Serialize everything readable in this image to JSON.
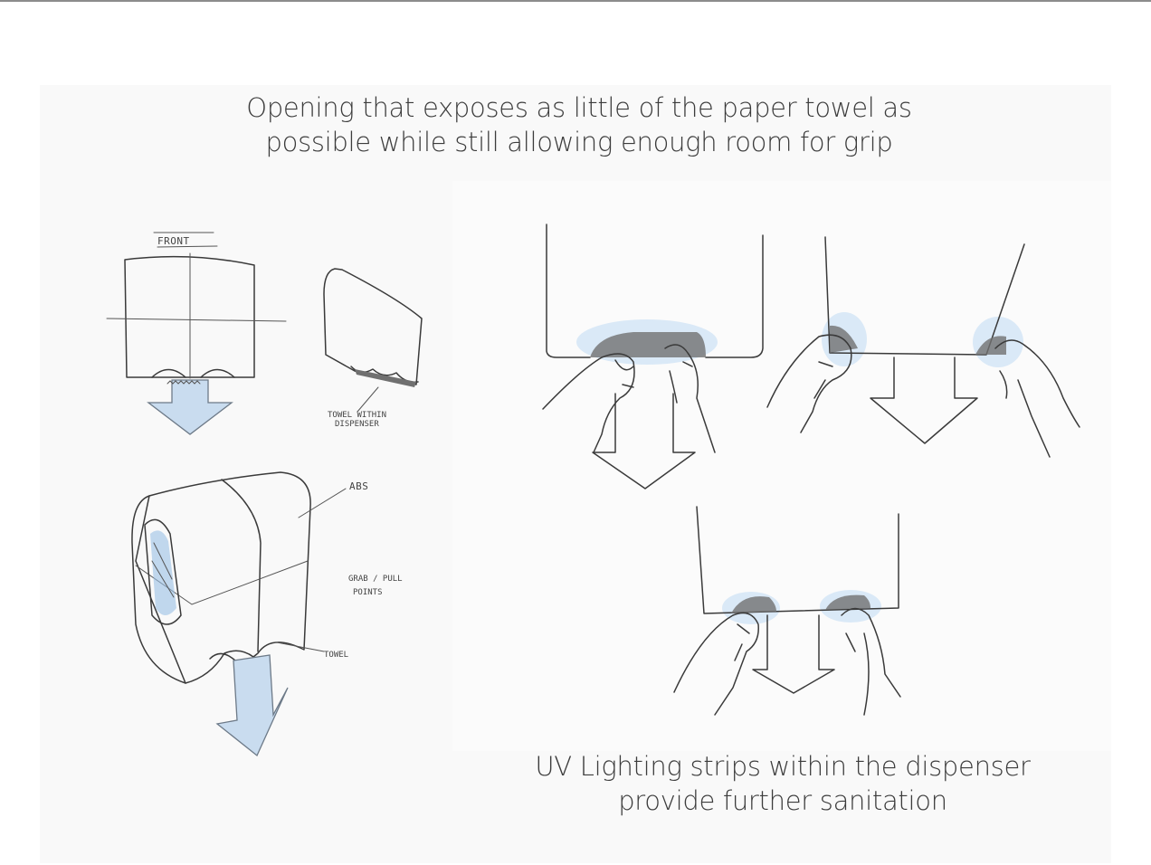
{
  "captions": {
    "top_line1": "Opening that exposes as little of the paper towel as",
    "top_line2": "possible while still allowing enough room for grip",
    "bottom_line1": "UV Lighting strips within the dispenser",
    "bottom_line2": "provide further sanitation"
  },
  "annotations": {
    "front": "FRONT",
    "towel_within_1": "TOWEL WITHIN",
    "towel_within_2": "DISPENSER",
    "abs": "ABS",
    "grab_1": "GRAB / PULL",
    "grab_2": "POINTS",
    "towel": "TOWEL"
  },
  "colors": {
    "arrow_fill": "#c9dcef",
    "uv_glow": "#cfe3f6",
    "caption_text": "#3c3c3c"
  }
}
